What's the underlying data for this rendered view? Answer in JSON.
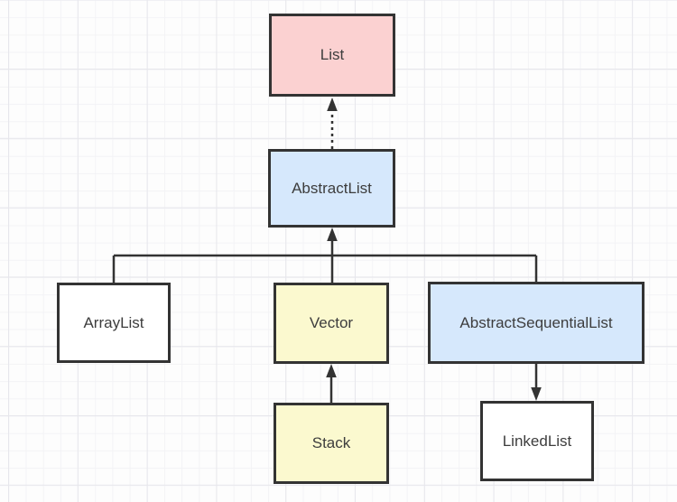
{
  "colors": {
    "node_border": "#333333",
    "edge_line": "#333333",
    "label_text": "#3d3d3d",
    "fill_pink": "#fbd1d1",
    "fill_blue": "#d6e8fc",
    "fill_yellow": "#fbf9cf",
    "fill_white": "#ffffff",
    "grid_minor": "#f3f3f6",
    "grid_major": "#e7e7ec"
  },
  "nodes": {
    "list": {
      "label": "List",
      "fill": "#fbd1d1"
    },
    "abstract_list": {
      "label": "AbstractList",
      "fill": "#d6e8fc"
    },
    "array_list": {
      "label": "ArrayList",
      "fill": "#ffffff"
    },
    "vector": {
      "label": "Vector",
      "fill": "#fbf9cf"
    },
    "abstract_sequential_list": {
      "label": "AbstractSequentialList",
      "fill": "#d6e8fc"
    },
    "stack": {
      "label": "Stack",
      "fill": "#fbf9cf"
    },
    "linked_list": {
      "label": "LinkedList",
      "fill": "#ffffff"
    }
  },
  "edges": [
    {
      "from": "AbstractList",
      "to": "List",
      "style": "dotted",
      "arrow": "up"
    },
    {
      "from": "ArrayList",
      "to": "AbstractList",
      "style": "solid",
      "arrow": "none-branch"
    },
    {
      "from": "Vector",
      "to": "AbstractList",
      "style": "solid",
      "arrow": "up"
    },
    {
      "from": "AbstractSequentialList",
      "to": "AbstractList",
      "style": "solid",
      "arrow": "none-branch"
    },
    {
      "from": "Stack",
      "to": "Vector",
      "style": "solid",
      "arrow": "up"
    },
    {
      "from": "AbstractSequentialList",
      "to": "LinkedList",
      "style": "solid",
      "arrow": "down"
    }
  ]
}
